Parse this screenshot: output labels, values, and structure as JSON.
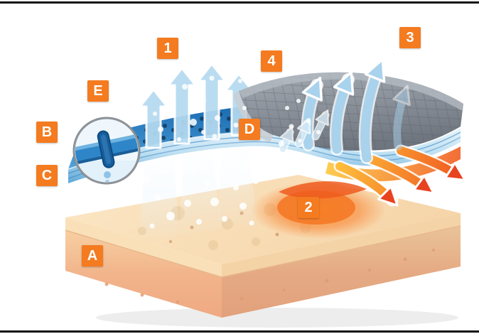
{
  "markers": {
    "m1": "1",
    "m2": "2",
    "m3": "3",
    "m4": "4",
    "mA": "A",
    "mB": "B",
    "mC": "C",
    "mD": "D",
    "mE": "E"
  },
  "colors": {
    "marker_bg": "#F47B20",
    "marker_text": "#FFFFFF",
    "membrane_blue": "#2E86C8",
    "membrane_pore_dot": "#123F66",
    "fabric_gray": "#868D96",
    "skin_light": "#FAE3BE",
    "skin_dark": "#EFA480",
    "heat_orange": "#EE4D1C",
    "heat_yellow": "#FFC93E",
    "vapor_blue": "#B5DAF0",
    "frame_black": "#111111"
  }
}
